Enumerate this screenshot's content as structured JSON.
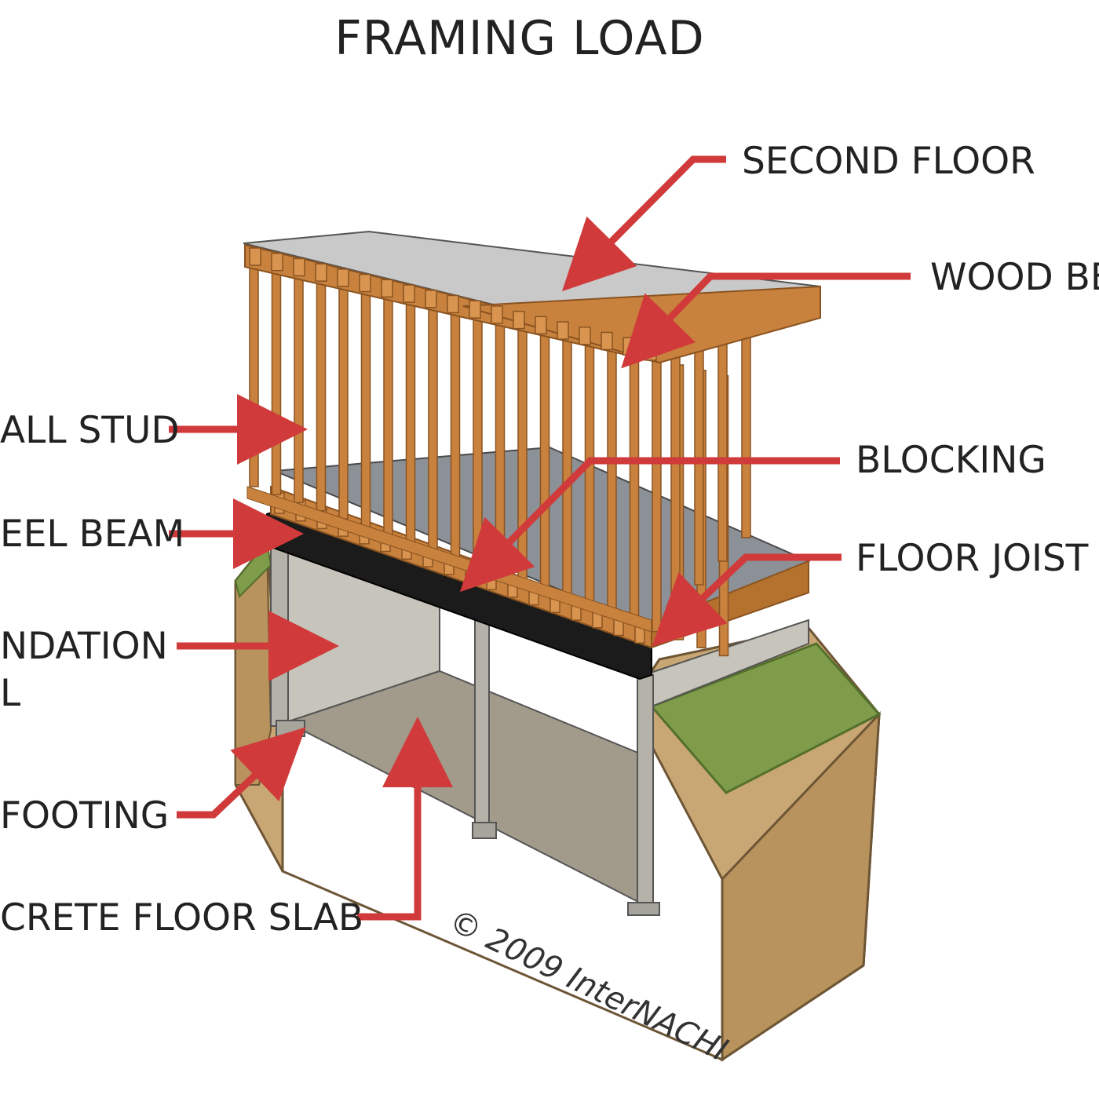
{
  "title": "FRAMING LOAD",
  "labels": {
    "second_floor": "SECOND FLOOR",
    "wood_beam": "WOOD BE",
    "wall_stud": "ALL STUD",
    "blocking": "BLOCKING",
    "steel_beam": "EEL BEAM",
    "floor_joist": "FLOOR JOIST",
    "foundation_line1": "NDATION",
    "foundation_line2": "L",
    "footing": "FOOTING",
    "floor_slab": "CRETE FLOOR SLAB"
  },
  "copyright": "© 2009 InterNACHI",
  "colors": {
    "arrow": "#d13a3a",
    "wood": "#c8823e",
    "wood_dark": "#8a5320",
    "sheathing": "#c9c9c9",
    "subfloor": "#8c9097",
    "steel": "#1b1b1b",
    "concrete": "#c2c0b8",
    "soil": "#c9a774",
    "grass": "#7f9c4a"
  }
}
